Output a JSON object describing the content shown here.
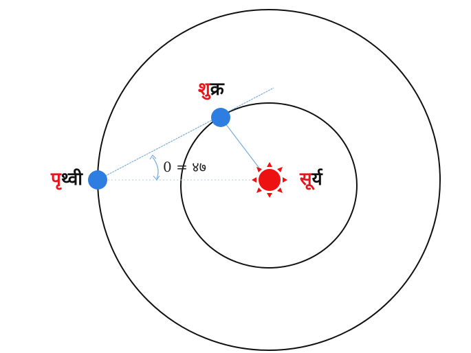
{
  "labels": {
    "venus": {
      "first": "शु",
      "rest": "क्र"
    },
    "earth": {
      "first": "पृ",
      "rest": "थ्वी"
    },
    "sun": {
      "first": "सू",
      "rest": "र्य"
    },
    "angle": "0 = ४७"
  },
  "colors": {
    "planet": "#2e7de0",
    "sun": "#ee1111",
    "label_accent": "#e8141b",
    "sight_line": "#7aaee0",
    "orbit": "#111111"
  }
}
